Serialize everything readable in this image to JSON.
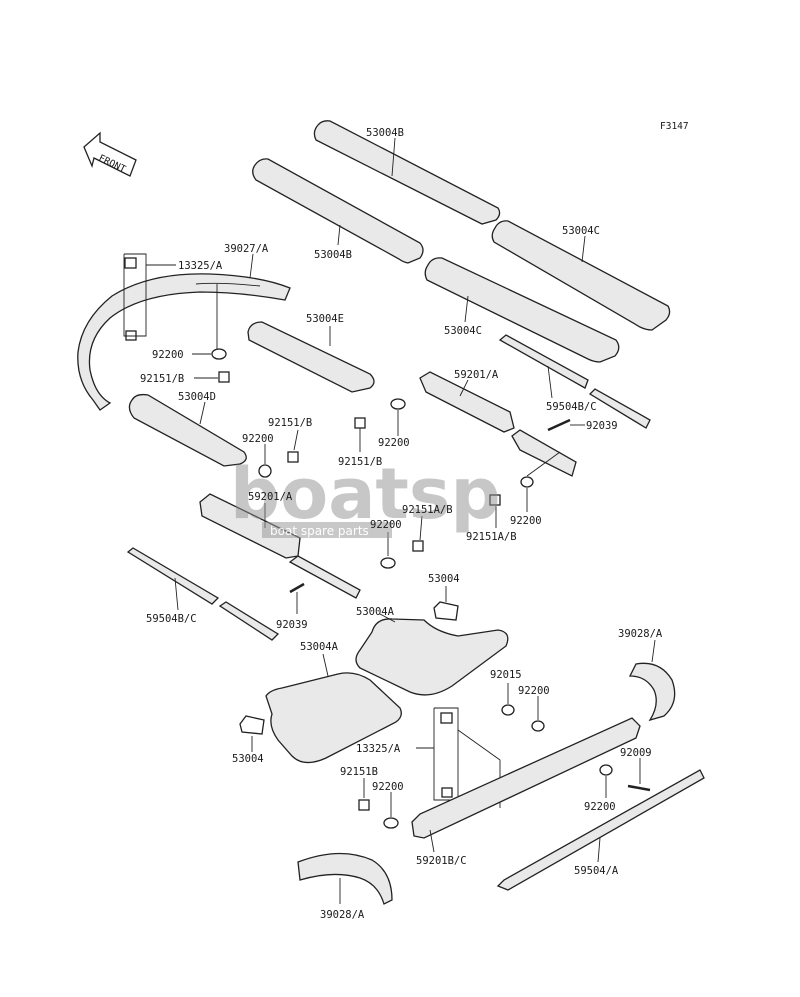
{
  "diagram": {
    "figure_code": "F3147",
    "front_arrow_label": "FRONT",
    "watermark": {
      "text": "boatsp",
      "tagline": "boat spare parts"
    },
    "labels": {
      "p53004B_top": "53004B",
      "p53004B_left": "53004B",
      "p53004C_right": "53004C",
      "p53004C_mid": "53004C",
      "p39027A": "39027/A",
      "p13325A_top": "13325/A",
      "p53004E": "53004E",
      "p92200_a": "92200",
      "p92151B_a": "92151/B",
      "p53004D": "53004D",
      "p59201A_right": "59201/A",
      "p59504BC_right": "59504B/C",
      "p92039_right": "92039",
      "p92151B_b": "92151/B",
      "p92200_b": "92200",
      "p92200_c": "92200",
      "p92151B_c": "92151/B",
      "p59201A_left": "59201/A",
      "p92151AB_a": "92151A/B",
      "p92200_d": "92200",
      "p92200_e": "92200",
      "p92151AB_b": "92151A/B",
      "p59504BC_left": "59504B/C",
      "p92039_left": "92039",
      "p53004_a": "53004",
      "p53004A_a": "53004A",
      "p53004A_b": "53004A",
      "p39028A_right": "39028/A",
      "p92015": "92015",
      "p92200_f": "92200",
      "p53004_b": "53004",
      "p13325A_bottom": "13325/A",
      "p92009": "92009",
      "p92151B_d": "92151B",
      "p92200_g": "92200",
      "p92200_h": "92200",
      "p59201BC": "59201B/C",
      "p59504A": "59504/A",
      "p39028A_bottom": "39028/A"
    }
  }
}
